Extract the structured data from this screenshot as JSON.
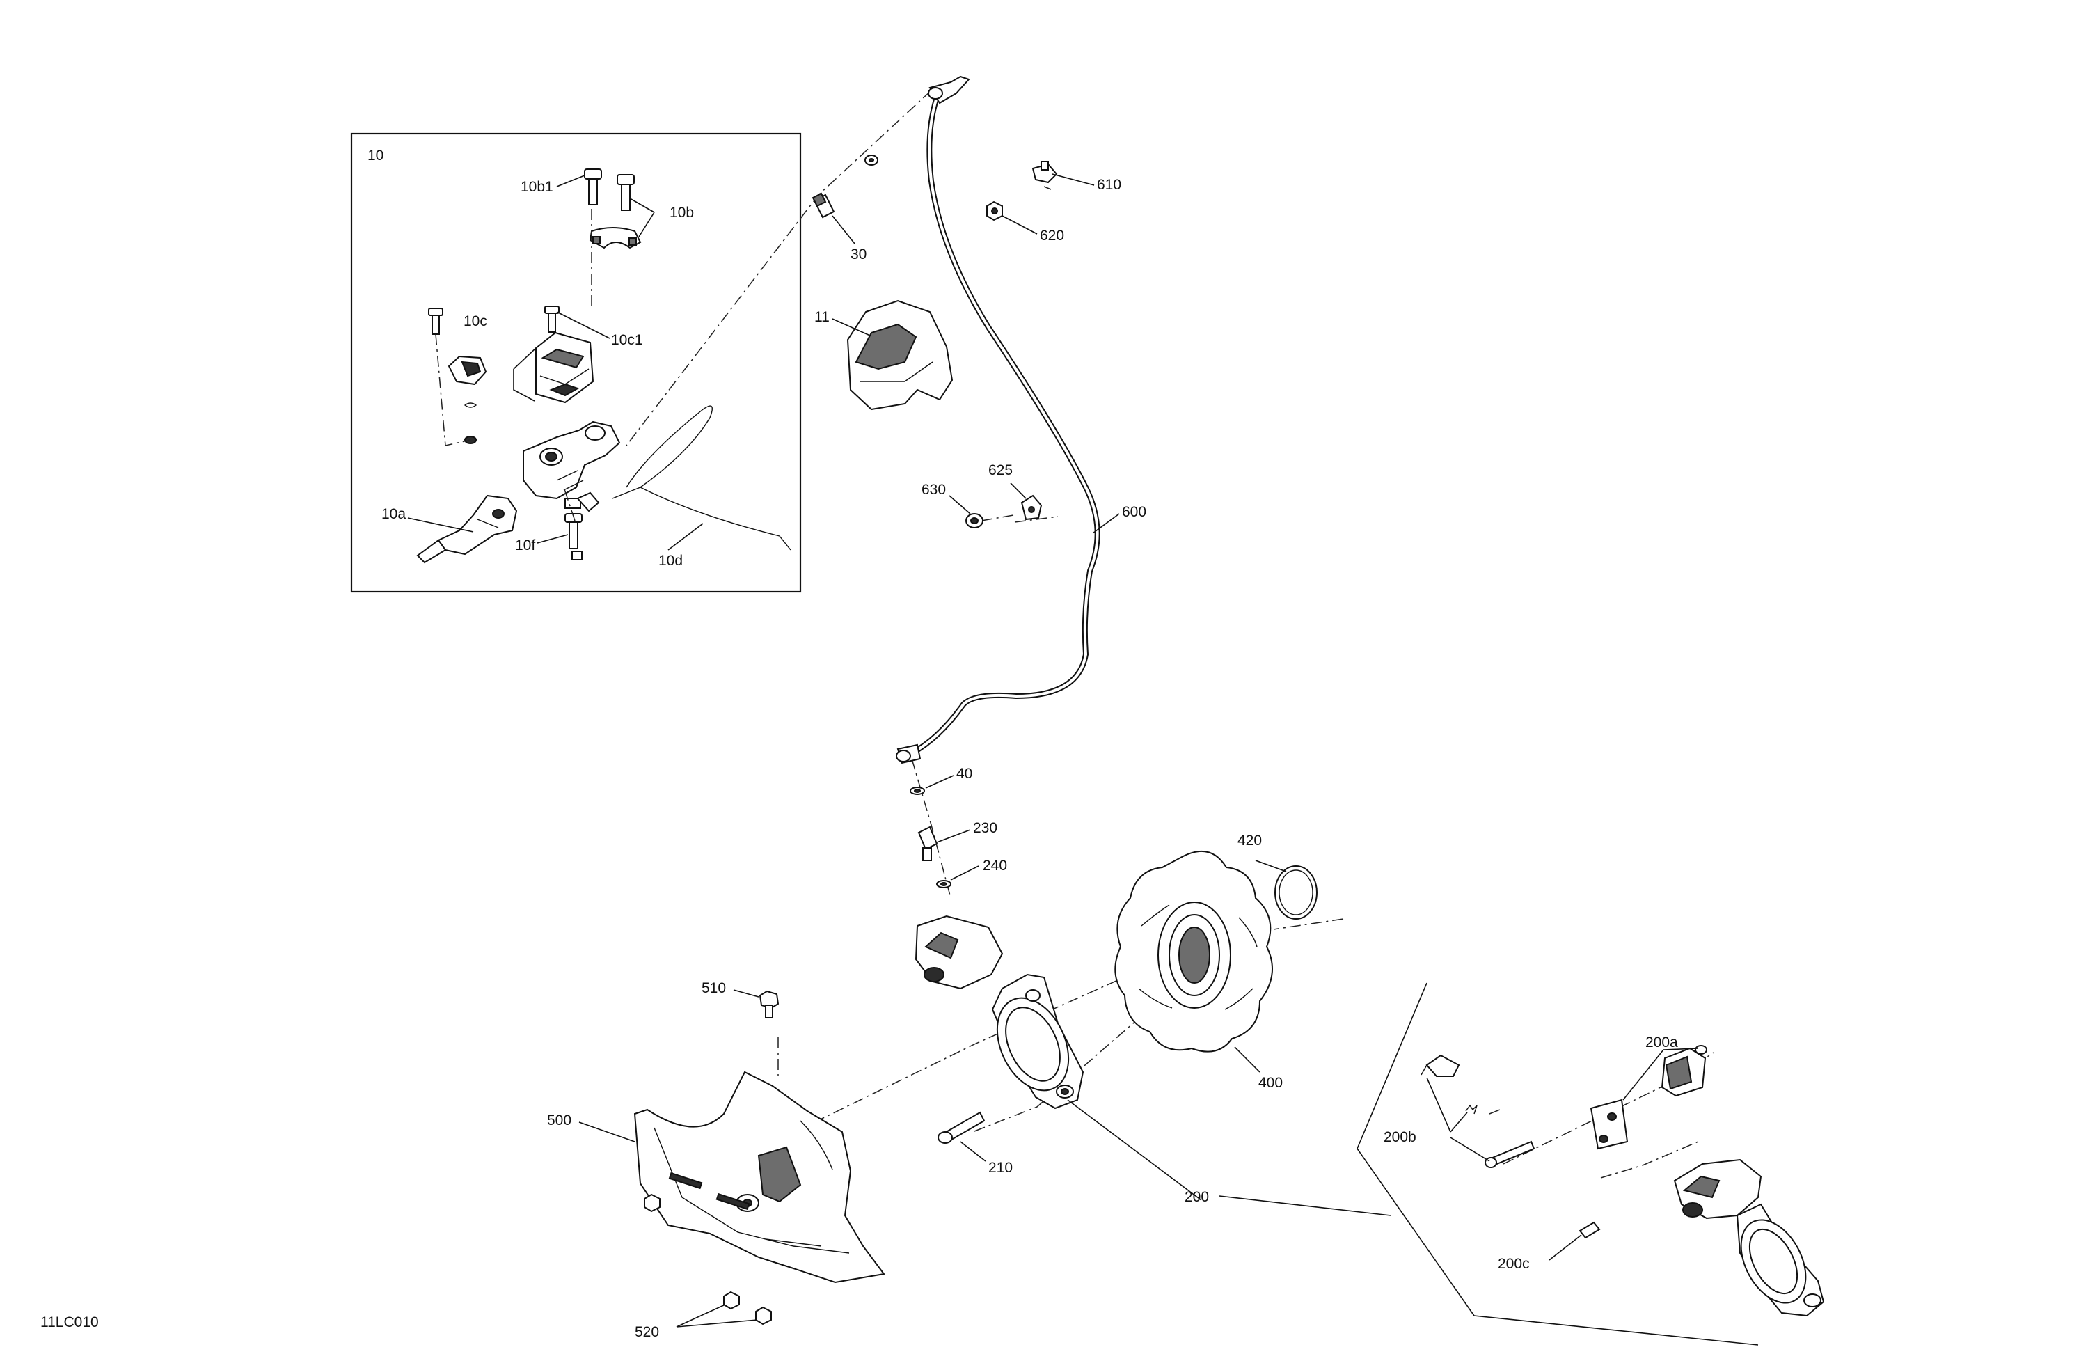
{
  "figure_code": "11LC010",
  "inset": {
    "label": "10"
  },
  "callouts": {
    "c10a": "10a",
    "c10b": "10b",
    "c10b1": "10b1",
    "c10c": "10c",
    "c10c1": "10c1",
    "c10d": "10d",
    "c10f": "10f",
    "c11": "11",
    "c30": "30",
    "c40": "40",
    "c200": "200",
    "c200a": "200a",
    "c200b": "200b",
    "c200c": "200c",
    "c210": "210",
    "c230": "230",
    "c240": "240",
    "c400": "400",
    "c420": "420",
    "c500": "500",
    "c510": "510",
    "c520": "520",
    "c600": "600",
    "c610": "610",
    "c620": "620",
    "c625": "625",
    "c630": "630"
  }
}
